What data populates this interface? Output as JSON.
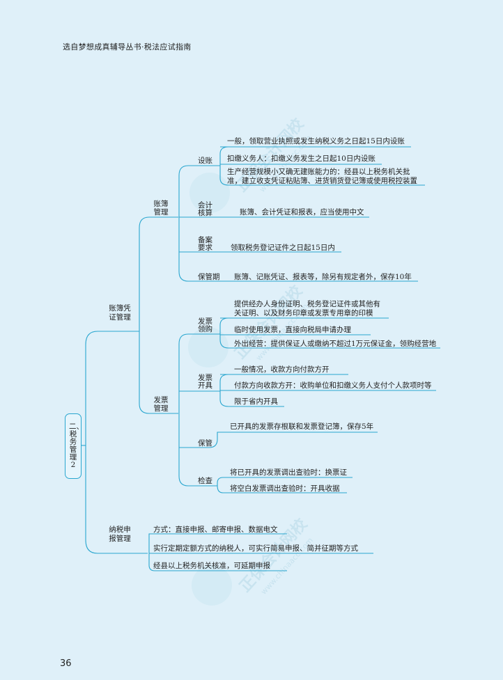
{
  "header": {
    "title": "选自梦想成真辅导丛书·税法应试指南"
  },
  "page_number": "36",
  "watermark": {
    "text": "正保会计网校",
    "url": "www.chinaacc.com"
  },
  "root": "二、税务管理2",
  "branches": {
    "account_voucher": "账簿凭证管理",
    "account_books": "账簿管理",
    "invoice": "发票管理",
    "filing": "纳税申报管理"
  },
  "account_books": {
    "setup": {
      "label": "设账",
      "items": [
        "一般，领取营业执照或发生纳税义务之日起15日内设账",
        "扣缴义务人：扣缴义务发生之日起10日内设账",
        "生产经营规模小又确无建账能力的：经县以上税务机关批",
        "准，建立收支凭证粘贴簿、进货销货登记簿或使用税控装置"
      ]
    },
    "accounting": {
      "label_line1": "会计",
      "label_line2": "核算",
      "item": "账簿、会计凭证和报表，应当使用中文"
    },
    "filing_req": {
      "label_line1": "备案",
      "label_line2": "要求",
      "item": "领取税务登记证件之日起15日内"
    },
    "retention": {
      "label": "保管期",
      "item": "账簿、记账凭证、报表等，除另有规定者外，保存10年"
    }
  },
  "invoice": {
    "purchase": {
      "label_line1": "发票",
      "label_line2": "领购",
      "items": [
        "提供经办人身份证明、税务登记证件或其他有",
        "关证明、以及财务印章或发票专用章的印模",
        "临时使用发票，直接向税局申请办理",
        "外出经营：提供保证人或缴纳不超过1万元保证金，领购经营地"
      ]
    },
    "issue": {
      "label_line1": "发票",
      "label_line2": "开具",
      "items": [
        "一般情况，收款方向付款方开",
        "付款方向收款方开：收购单位和扣缴义务人支付个人款项时等",
        "限于省内开具"
      ]
    },
    "storage": {
      "label": "保管",
      "item": "已开具的发票存根联和发票登记簿，保存5年"
    },
    "inspection": {
      "label": "检查",
      "items": [
        "将已开具的发票调出查验时：换票证",
        "将空白发票调出查验时：开具收据"
      ]
    }
  },
  "filing": {
    "items": [
      "方式：直接申报、邮寄申报、数据电文",
      "实行定期定额方式的纳税人，可实行简易申报、简并征期等方式",
      "经县以上税务机关核准，可延期申报"
    ]
  }
}
